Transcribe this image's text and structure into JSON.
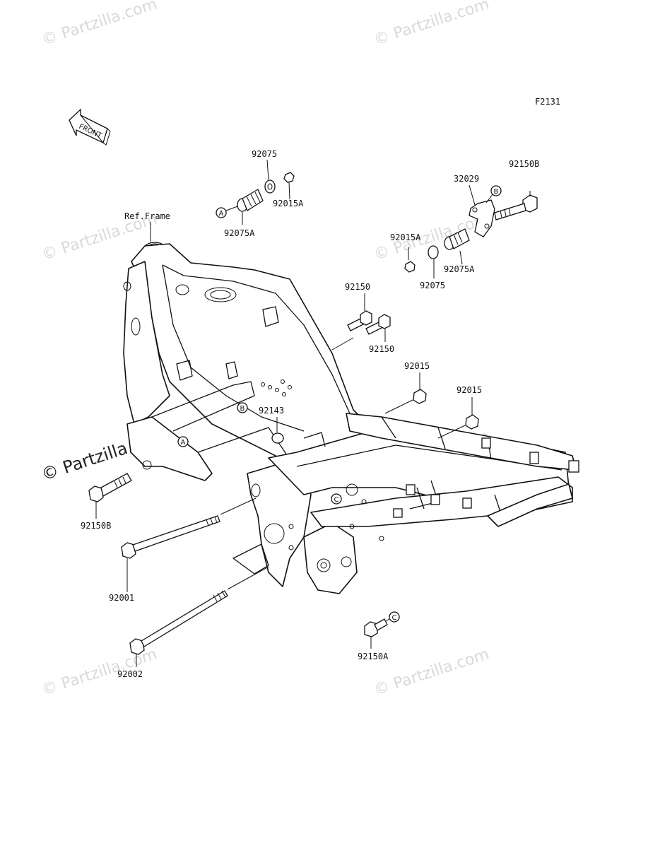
{
  "figure_code": "F2131",
  "front_arrow_label": "FRONT",
  "ref_frame_label": "Ref.Frame",
  "watermark_text": "© Partzilla.com",
  "watermark_strong_text": "© Partzilla.com",
  "callouts": {
    "a": "A",
    "b": "B",
    "c": "C"
  },
  "parts": [
    {
      "id": "92075_top",
      "label": "92075"
    },
    {
      "id": "92015A_top",
      "label": "92015A"
    },
    {
      "id": "92075A_top",
      "label": "92075A"
    },
    {
      "id": "32029",
      "label": "32029"
    },
    {
      "id": "92150B_top",
      "label": "92150B"
    },
    {
      "id": "92015A_right",
      "label": "92015A"
    },
    {
      "id": "92075A_right",
      "label": "92075A"
    },
    {
      "id": "92075_right",
      "label": "92075"
    },
    {
      "id": "92150_a",
      "label": "92150"
    },
    {
      "id": "92150_b",
      "label": "92150"
    },
    {
      "id": "92015_a",
      "label": "92015"
    },
    {
      "id": "92015_b",
      "label": "92015"
    },
    {
      "id": "92143",
      "label": "92143"
    },
    {
      "id": "92150B_left",
      "label": "92150B"
    },
    {
      "id": "92001",
      "label": "92001"
    },
    {
      "id": "92002",
      "label": "92002"
    },
    {
      "id": "92150A",
      "label": "92150A"
    }
  ]
}
